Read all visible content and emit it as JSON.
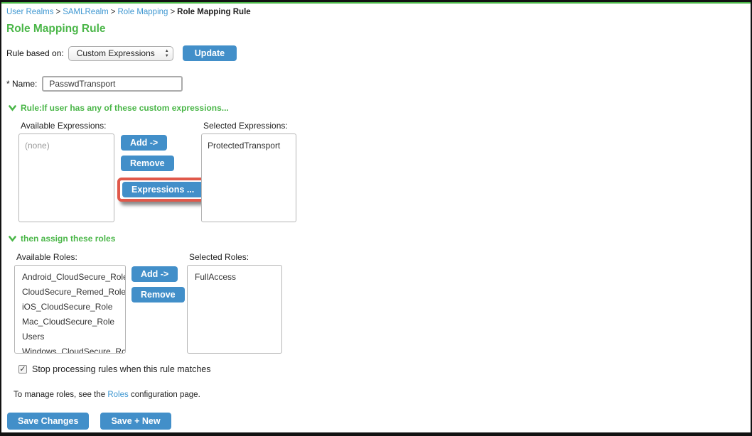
{
  "colors": {
    "accent_blue": "#428fc9",
    "green": "#4ab648",
    "link_blue": "#3e97d1",
    "annotation_red": "#e0584a"
  },
  "icons": {
    "check": "✓",
    "arrow_up": "▲",
    "arrow_down": "▼"
  },
  "breadcrumb": {
    "items": [
      "User Realms",
      "SAMLRealm",
      "Role Mapping"
    ],
    "current": "Role Mapping Rule",
    "separator": ">"
  },
  "page": {
    "title": "Role Mapping Rule"
  },
  "rule_based_on": {
    "label": "Rule based on:",
    "value": "Custom Expressions",
    "update_button": "Update"
  },
  "name_field": {
    "label": "* Name:",
    "value": "PasswdTransport"
  },
  "expressions_section": {
    "header": "Rule:If user has any of these custom expressions...",
    "available_label": "Available Expressions:",
    "selected_label": "Selected Expressions:",
    "available_items": [
      "(none)"
    ],
    "selected_items": [
      "ProtectedTransport"
    ],
    "add_button": "Add ->",
    "remove_button": "Remove",
    "expressions_button": "Expressions ..."
  },
  "roles_section": {
    "header": "then assign these roles",
    "available_label": "Available Roles:",
    "selected_label": "Selected Roles:",
    "available_items": [
      "Android_CloudSecure_Role",
      "CloudSecure_Remed_Role",
      "iOS_CloudSecure_Role",
      "Mac_CloudSecure_Role",
      "Users",
      "Windows_CloudSecure_Role"
    ],
    "selected_items": [
      "FullAccess"
    ],
    "add_button": "Add ->",
    "remove_button": "Remove"
  },
  "stop_processing": {
    "label": "Stop processing rules when this rule matches",
    "checked": "true"
  },
  "footer_note": {
    "prefix": "To manage roles, see the ",
    "link": "Roles",
    "suffix": " configuration page."
  },
  "footer_buttons": {
    "save_changes": "Save Changes",
    "save_new": "Save + New"
  }
}
